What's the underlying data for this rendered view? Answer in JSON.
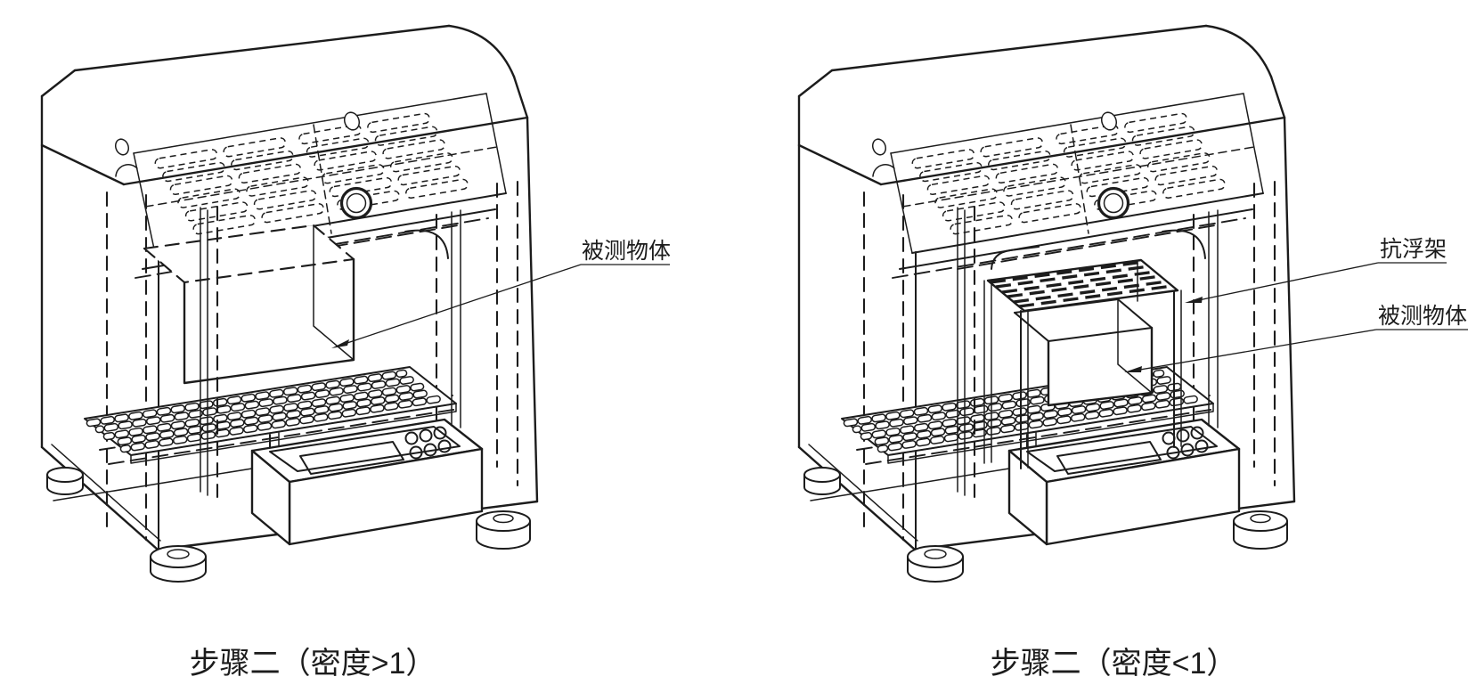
{
  "style": {
    "line_color": "#1c1c1c",
    "background": "#ffffff"
  },
  "figures": {
    "left": {
      "caption": "步骤二（密度>1）",
      "object_label": "被测物体"
    },
    "right": {
      "caption": "步骤二（密度<1）",
      "frame_label": "抗浮架",
      "object_label": "被测物体"
    }
  }
}
